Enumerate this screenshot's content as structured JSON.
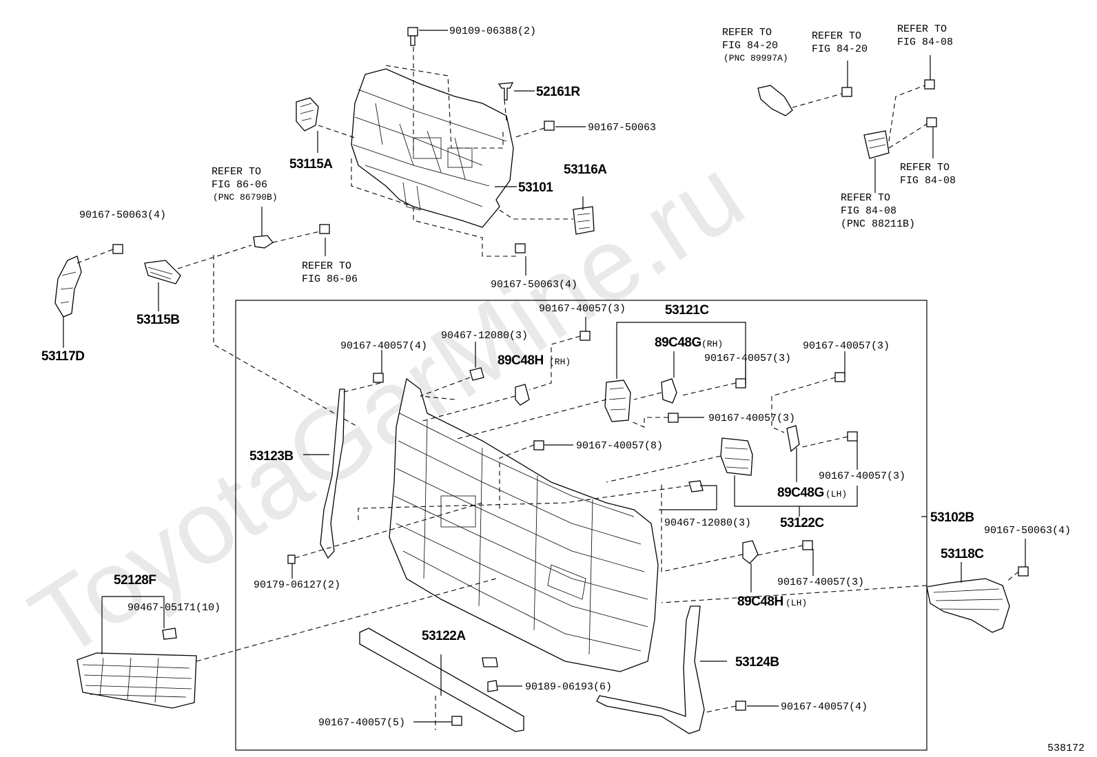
{
  "diagram": {
    "watermark": "ToyotaGarMine.ru",
    "figure_id": "538172",
    "labels": {
      "p90109_06388": "90109-06388(2)",
      "p52161R": "52161R",
      "p90167_50063_a": "90167-50063",
      "p53115A": "53115A",
      "p53116A": "53116A",
      "p53101": "53101",
      "p90167_50063_b": "90167-50063(4)",
      "p90167_50063_c": "90167-50063(4)",
      "p53115B": "53115B",
      "p53117D": "53117D",
      "p53121C": "53121C",
      "p89C48G_rh": "89C48G",
      "p89C48H_rh": "89C48H",
      "p89C48G_lh": "89C48G",
      "p89C48H_lh": "89C48H",
      "p53122C": "53122C",
      "p53102B": "53102B",
      "p53123B": "53123B",
      "p53118C": "53118C",
      "p90167_50063_d": "90167-50063(4)",
      "p52128F": "52128F",
      "p90467_05171": "90467-05171(10)",
      "p90179_06127": "90179-06127(2)",
      "p53122A": "53122A",
      "p90189_06193": "90189-06193(6)",
      "p90167_40057_5": "90167-40057(5)",
      "p53124B": "53124B",
      "p90167_40057_4b": "90167-40057(4)",
      "p90167_40057_3a": "90167-40057(3)",
      "p90467_12080_a": "90467-12080(3)",
      "p90167_40057_4a": "90167-40057(4)",
      "p90167_40057_3b": "90167-40057(3)",
      "p90167_40057_3c": "90167-40057(3)",
      "p90167_40057_3d": "90167-40057(3)",
      "p90167_40057_8": "90167-40057(8)",
      "p90167_40057_3e": "90167-40057(3)",
      "p90467_12080_b": "90467-12080(3)",
      "p90167_40057_3f": "90167-40057(3)",
      "rh": "(RH)",
      "lh": "(LH)"
    },
    "refers": {
      "ref_84_20a": [
        "REFER TO",
        "FIG 84-20",
        "(PNC 89997A)"
      ],
      "ref_84_20b": [
        "REFER TO",
        "FIG 84-20"
      ],
      "ref_84_08a": [
        "REFER TO",
        "FIG 84-08"
      ],
      "ref_84_08b": [
        "REFER TO",
        "FIG 84-08"
      ],
      "ref_84_08c": [
        "REFER TO",
        "FIG 84-08",
        "(PNC 88211B)"
      ],
      "ref_86_06a": [
        "REFER TO",
        "FIG 86-06",
        "(PNC 86790B)"
      ],
      "ref_86_06b": [
        "REFER TO",
        "FIG 86-06"
      ]
    }
  }
}
